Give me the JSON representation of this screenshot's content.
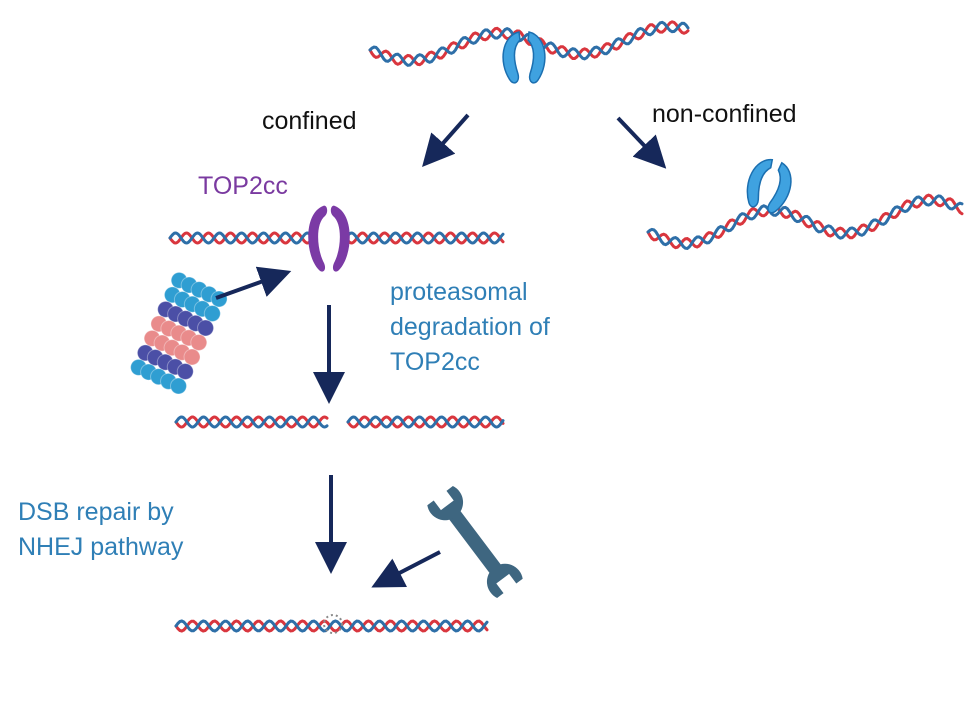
{
  "labels": {
    "confined": "confined",
    "non_confined": "non-confined",
    "top2cc": "TOP2cc",
    "proteasomal": [
      "proteasomal",
      "degradation of",
      "TOP2cc"
    ],
    "dsb_repair": [
      "DSB repair by",
      "NHEJ pathway"
    ]
  },
  "colors": {
    "dna_red": "#d9363e",
    "dna_blue": "#2e6fa8",
    "top2_free": "#3fa2e0",
    "top2cc": "#7b3aa5",
    "arrow": "#16285a",
    "text_blue": "#2f7fb6",
    "text_purple": "#7a3aa0",
    "proteasome_blue": "#2f9ed2",
    "proteasome_pink": "#e98b8b",
    "proteasome_purple": "#4b4fa6",
    "wrench": "#3e6680"
  },
  "icons": [
    "top2-enzyme-icon",
    "top2cc-complex-icon",
    "proteasome-icon",
    "wrench-icon"
  ]
}
